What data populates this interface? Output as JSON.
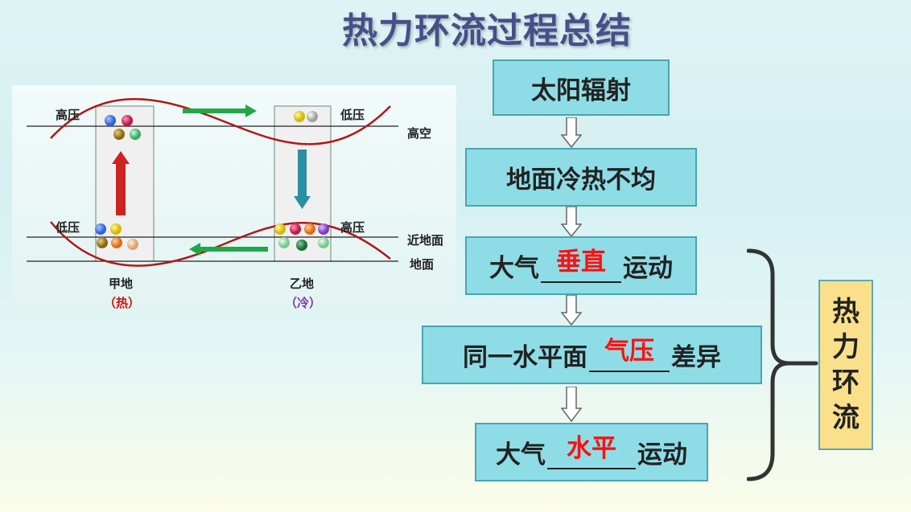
{
  "title": "热力环流过程总结",
  "diagram": {
    "high_pressure_top": "高压",
    "low_pressure_top": "低压",
    "high_altitude": "高空",
    "low_pressure_bottom": "低压",
    "high_pressure_bottom": "高压",
    "near_ground": "近地面",
    "ground": "地面",
    "place_a": "甲地",
    "place_a_note": "（热）",
    "place_b": "乙地",
    "place_b_note": "（冷）"
  },
  "flow": {
    "step1": "太阳辐射",
    "step2": "地面冷热不均",
    "step3_prefix": "大气",
    "step3_answer": "垂直",
    "step3_suffix": "运动",
    "step4_prefix": "同一水平面",
    "step4_answer": "气压",
    "step4_suffix": "差异",
    "step5_prefix": "大气",
    "step5_answer": "水平",
    "step5_suffix": "运动"
  },
  "summary_chars": [
    "热",
    "力",
    "环",
    "流"
  ],
  "colors": {
    "box_fill": "#8edde6",
    "answer_red": "#ff1010",
    "summary_fill": "#fae08a",
    "title": "#45508a"
  }
}
